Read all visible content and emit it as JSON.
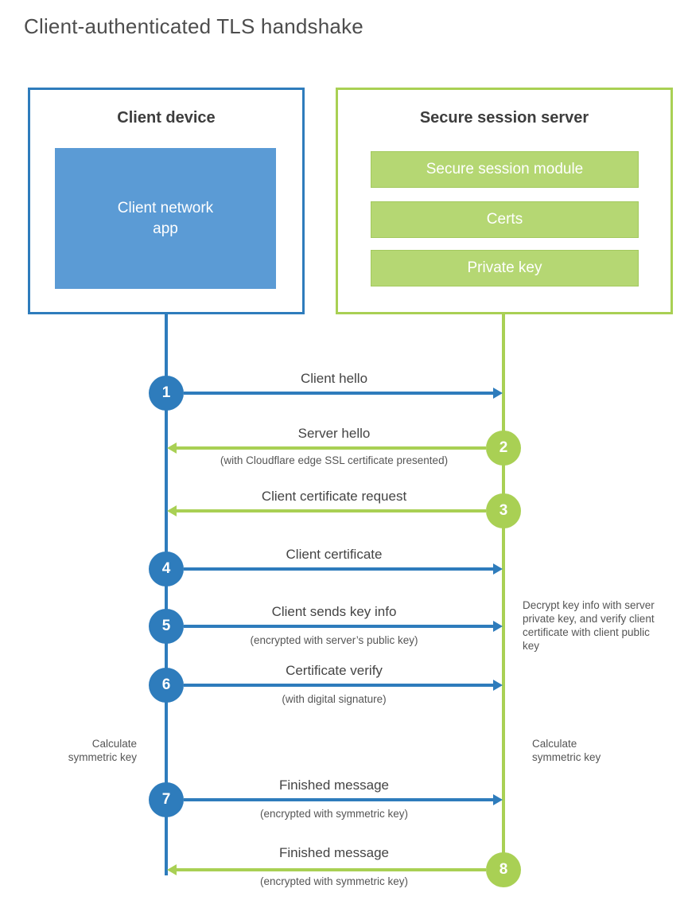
{
  "title": "Client-authenticated TLS handshake",
  "colors": {
    "blue": "#2e7cbc",
    "blue_fill": "#5b9bd5",
    "green": "#a9d054",
    "green_fill": "#b5d773",
    "text_dark": "#3d3d3d",
    "text_gray": "#555555"
  },
  "client": {
    "title": "Client device",
    "app": "Client network app"
  },
  "server": {
    "title": "Secure session server",
    "modules": [
      "Secure session module",
      "Certs",
      "Private key"
    ]
  },
  "steps": [
    {
      "num": "1",
      "label": "Client hello",
      "sub": "",
      "from": "client",
      "to": "server"
    },
    {
      "num": "2",
      "label": "Server hello",
      "sub": "(with Cloudflare edge SSL certificate presented)",
      "from": "server",
      "to": "client"
    },
    {
      "num": "3",
      "label": "Client certificate request",
      "sub": "",
      "from": "server",
      "to": "client"
    },
    {
      "num": "4",
      "label": "Client certificate",
      "sub": "",
      "from": "client",
      "to": "server"
    },
    {
      "num": "5",
      "label": "Client sends key info",
      "sub": "(encrypted with server’s public key)",
      "from": "client",
      "to": "server"
    },
    {
      "num": "6",
      "label": "Certificate verify",
      "sub": "(with digital signature)",
      "from": "client",
      "to": "server"
    },
    {
      "num": "7",
      "label": "Finished message",
      "sub": "(encrypted with symmetric key)",
      "from": "client",
      "to": "server"
    },
    {
      "num": "8",
      "label": "Finished message",
      "sub": "(encrypted with symmetric key)",
      "from": "server",
      "to": "client"
    }
  ],
  "notes": {
    "decrypt": "Decrypt key info with server private key, and verify client certificate with client public key",
    "calc_client": "Calculate symmetric key",
    "calc_server": "Calculate symmetric key"
  }
}
